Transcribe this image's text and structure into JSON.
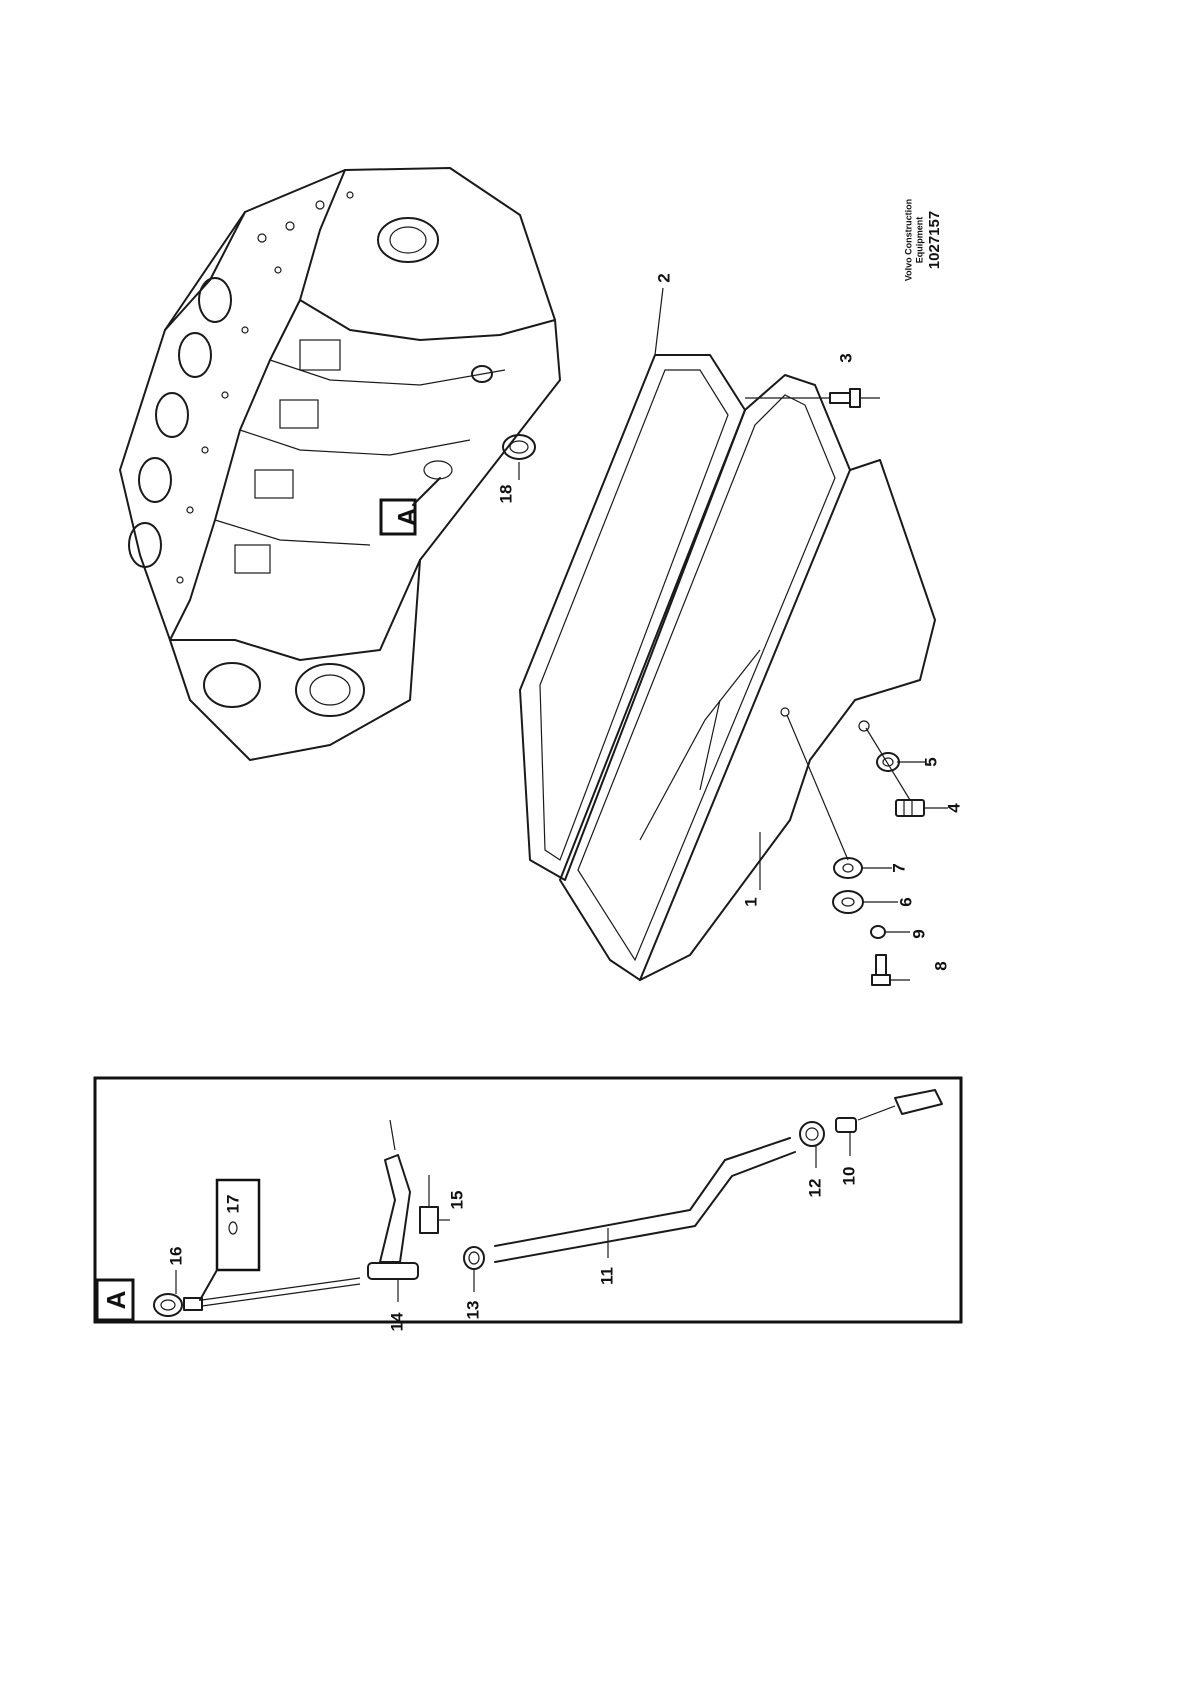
{
  "callouts": {
    "c1": "1",
    "c2": "2",
    "c3": "3",
    "c4": "4",
    "c5": "5",
    "c6": "6",
    "c7": "7",
    "c8": "8",
    "c9": "9",
    "c10": "10",
    "c11": "11",
    "c12": "12",
    "c13": "13",
    "c14": "14",
    "c15": "15",
    "c16": "16",
    "c17": "17",
    "c18": "18"
  },
  "detail_marker": "A",
  "detail_box_label": "A",
  "brand": {
    "line1": "Volvo Construction",
    "line2": "Equipment"
  },
  "reference_number": "1027157"
}
